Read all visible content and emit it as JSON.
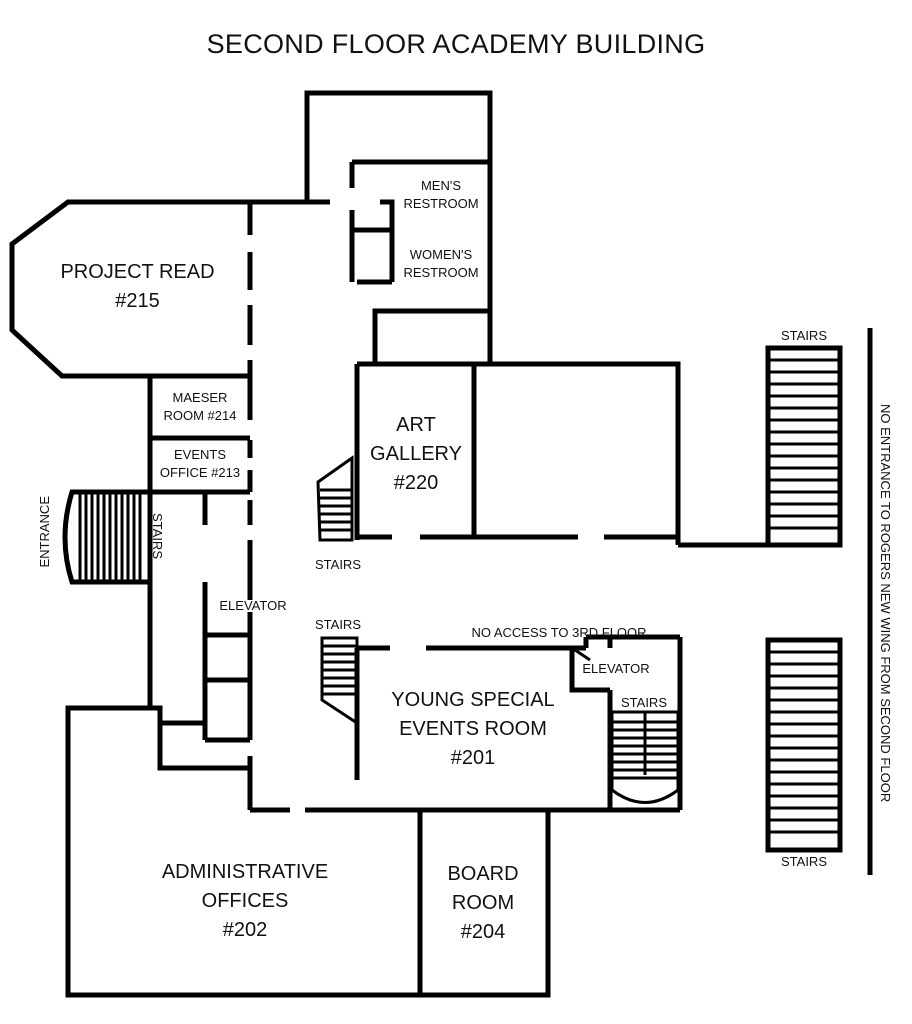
{
  "title": "SECOND FLOOR ACADEMY BUILDING",
  "rooms": {
    "project_read": {
      "name": "PROJECT READ",
      "number": "#215"
    },
    "mens_restroom": {
      "line1": "MEN'S",
      "line2": "RESTROOM"
    },
    "womens_restroom": {
      "line1": "WOMEN'S",
      "line2": "RESTROOM"
    },
    "maeser": {
      "line1": "MAESER",
      "line2": "ROOM #214"
    },
    "events_office": {
      "line1": "EVENTS",
      "line2": "OFFICE #213"
    },
    "art_gallery": {
      "line1": "ART",
      "line2": "GALLERY",
      "number": "#220"
    },
    "young_special": {
      "line1": "YOUNG SPECIAL",
      "line2": "EVENTS ROOM",
      "number": "#201"
    },
    "administrative": {
      "line1": "ADMINISTRATIVE",
      "line2": "OFFICES",
      "number": "#202"
    },
    "board_room": {
      "line1": "BOARD",
      "line2": "ROOM",
      "number": "#204"
    }
  },
  "labels": {
    "entrance": "ENTRANCE",
    "stairs": "STAIRS",
    "elevator": "ELEVATOR",
    "no_access_3rd": "NO ACCESS TO 3RD FLOOR",
    "no_entrance_rogers": "NO ENTRANCE TO ROGERS NEW WING FROM SECOND FLOOR"
  }
}
